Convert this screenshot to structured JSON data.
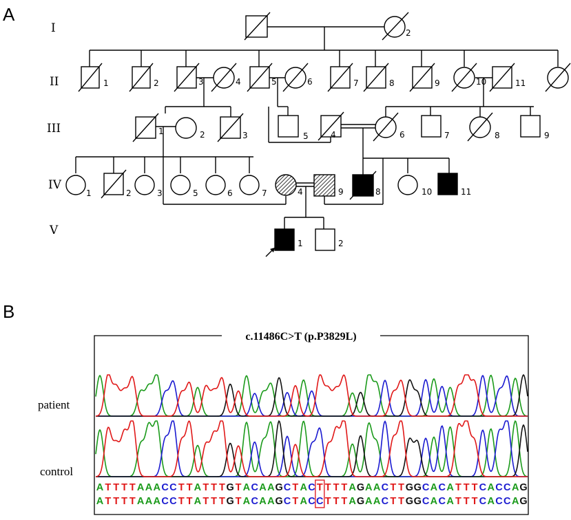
{
  "panelA": {
    "label": "A"
  },
  "panelB": {
    "label": "B"
  },
  "generations": [
    "I",
    "II",
    "III",
    "IV",
    "V"
  ],
  "individuals": {
    "I": [
      {
        "n": "",
        "sex": "M",
        "status": "deceased"
      },
      {
        "n": "2",
        "sex": "F",
        "status": "deceased"
      }
    ],
    "II": [
      {
        "n": "1",
        "sex": "M",
        "status": "deceased"
      },
      {
        "n": "2",
        "sex": "M",
        "status": "deceased"
      },
      {
        "n": "3",
        "sex": "M",
        "status": "deceased"
      },
      {
        "n": "4",
        "sex": "F",
        "status": "deceased"
      },
      {
        "n": "5",
        "sex": "M",
        "status": "deceased"
      },
      {
        "n": "6",
        "sex": "F",
        "status": "deceased"
      },
      {
        "n": "7",
        "sex": "M",
        "status": "deceased"
      },
      {
        "n": "8",
        "sex": "M",
        "status": "deceased"
      },
      {
        "n": "9",
        "sex": "M",
        "status": "deceased"
      },
      {
        "n": "10",
        "sex": "F",
        "status": "deceased"
      },
      {
        "n": "11",
        "sex": "M",
        "status": "deceased"
      },
      {
        "n": "",
        "sex": "F",
        "status": "deceased"
      }
    ],
    "III": [
      {
        "n": "1",
        "sex": "M",
        "status": "deceased"
      },
      {
        "n": "2",
        "sex": "F",
        "status": "unaffected"
      },
      {
        "n": "3",
        "sex": "M",
        "status": "deceased"
      },
      {
        "n": "5",
        "sex": "M",
        "status": "unaffected"
      },
      {
        "n": "4",
        "sex": "M",
        "status": "deceased"
      },
      {
        "n": "6",
        "sex": "F",
        "status": "deceased"
      },
      {
        "n": "7",
        "sex": "M",
        "status": "unaffected"
      },
      {
        "n": "8",
        "sex": "F",
        "status": "deceased"
      },
      {
        "n": "9",
        "sex": "M",
        "status": "unaffected"
      }
    ],
    "IV": [
      {
        "n": "1",
        "sex": "F",
        "status": "unaffected"
      },
      {
        "n": "2",
        "sex": "M",
        "status": "deceased"
      },
      {
        "n": "3",
        "sex": "F",
        "status": "unaffected"
      },
      {
        "n": "5",
        "sex": "F",
        "status": "unaffected"
      },
      {
        "n": "6",
        "sex": "F",
        "status": "unaffected"
      },
      {
        "n": "7",
        "sex": "F",
        "status": "unaffected"
      },
      {
        "n": "4",
        "sex": "F",
        "status": "carrier"
      },
      {
        "n": "9",
        "sex": "M",
        "status": "carrier"
      },
      {
        "n": "8",
        "sex": "M",
        "status": "affected-deceased"
      },
      {
        "n": "10",
        "sex": "F",
        "status": "unaffected"
      },
      {
        "n": "11",
        "sex": "M",
        "status": "affected"
      }
    ],
    "V": [
      {
        "n": "1",
        "sex": "M",
        "status": "affected-proband"
      },
      {
        "n": "2",
        "sex": "M",
        "status": "unaffected"
      }
    ]
  },
  "mutation_title": "c.11486C>T (p.P3829L)",
  "tracks": {
    "patient": "patient",
    "control": "control"
  },
  "sequences": {
    "patient": "ATTTTAAACCTTATTTGTACAAGCTACTTTTAGAACTTGGCACATTTCACCAG",
    "control": "ATTTTAAACCTTATTTGTACAAGCTACCTTTAGAACTTGGCACATTTCACCAG"
  },
  "highlight_index": 27,
  "colors": {
    "A": "#1a9a1a",
    "C": "#1a1ad0",
    "G": "#111111",
    "T": "#e01818",
    "highlight": "#e0202a"
  }
}
